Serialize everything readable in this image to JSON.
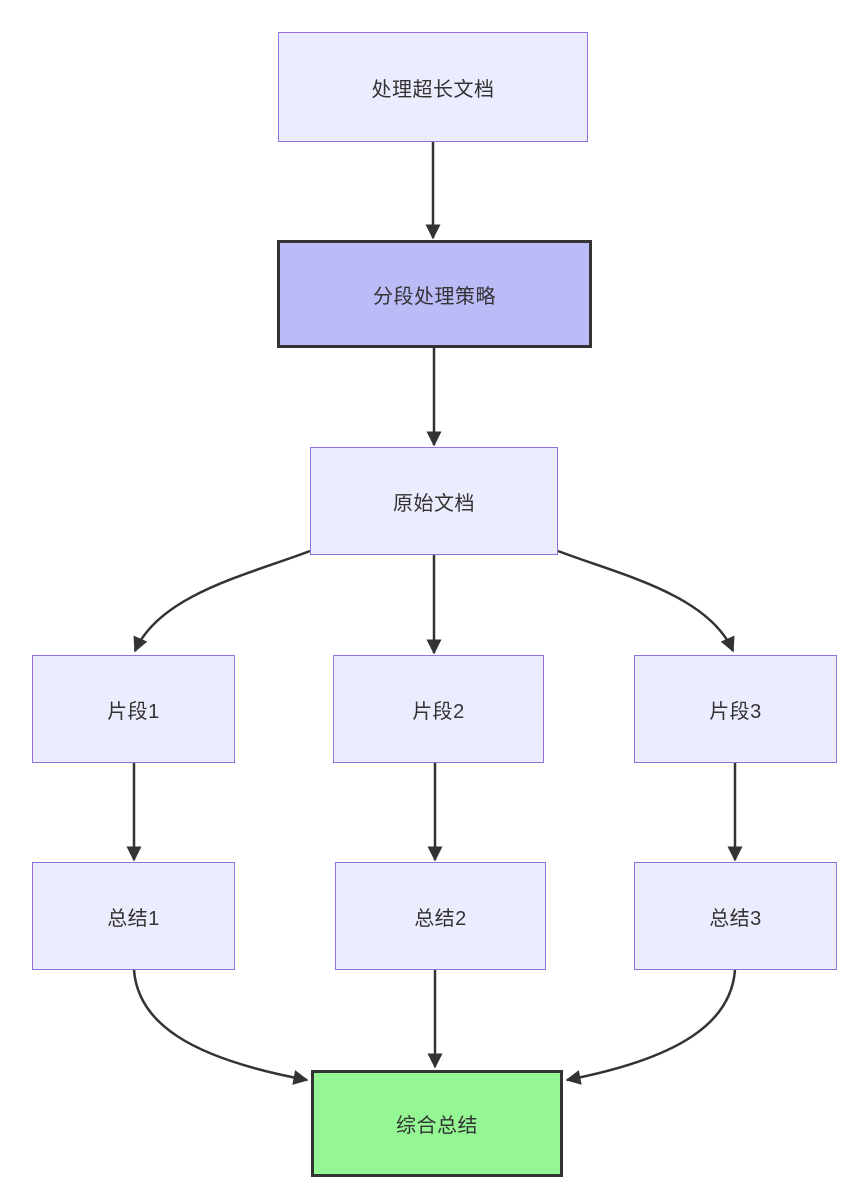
{
  "diagram": {
    "type": "flowchart",
    "direction": "top-down",
    "nodes": [
      {
        "id": "process_long_doc",
        "label": "处理超长文档",
        "style": "default"
      },
      {
        "id": "segmentation_strategy",
        "label": "分段处理策略",
        "style": "strategy"
      },
      {
        "id": "original_doc",
        "label": "原始文档",
        "style": "default"
      },
      {
        "id": "fragment1",
        "label": "片段1",
        "style": "default"
      },
      {
        "id": "fragment2",
        "label": "片段2",
        "style": "default"
      },
      {
        "id": "fragment3",
        "label": "片段3",
        "style": "default"
      },
      {
        "id": "summary1",
        "label": "总结1",
        "style": "default"
      },
      {
        "id": "summary2",
        "label": "总结2",
        "style": "default"
      },
      {
        "id": "summary3",
        "label": "总结3",
        "style": "default"
      },
      {
        "id": "final_summary",
        "label": "综合总结",
        "style": "final"
      }
    ],
    "edges": [
      {
        "from": "process_long_doc",
        "to": "segmentation_strategy"
      },
      {
        "from": "segmentation_strategy",
        "to": "original_doc"
      },
      {
        "from": "original_doc",
        "to": "fragment1"
      },
      {
        "from": "original_doc",
        "to": "fragment2"
      },
      {
        "from": "original_doc",
        "to": "fragment3"
      },
      {
        "from": "fragment1",
        "to": "summary1"
      },
      {
        "from": "fragment2",
        "to": "summary2"
      },
      {
        "from": "fragment3",
        "to": "summary3"
      },
      {
        "from": "summary1",
        "to": "final_summary"
      },
      {
        "from": "summary2",
        "to": "final_summary"
      },
      {
        "from": "summary3",
        "to": "final_summary"
      }
    ],
    "colors": {
      "background": "#FFFFFF",
      "node_fill": "#ECECFF",
      "node_border": "#9370DB",
      "strategy_fill": "#BBBBF8",
      "final_fill": "#94F794",
      "strong_border": "#333333",
      "edge_color": "#333333",
      "text_color": "#333333"
    }
  }
}
